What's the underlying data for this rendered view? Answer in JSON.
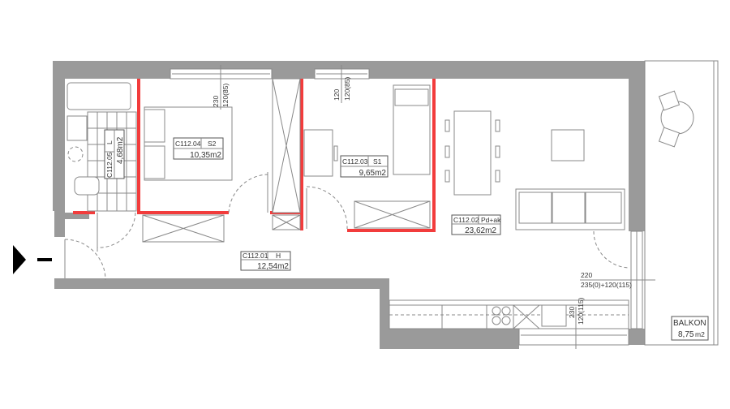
{
  "rooms": {
    "s2": {
      "code": "C112.04",
      "type": "S2",
      "area": "10,35m2"
    },
    "s1": {
      "code": "C112.03",
      "type": "S1",
      "area": "9,65m2"
    },
    "bath": {
      "code": "C112.05",
      "type": "L",
      "area": "4,68m2"
    },
    "living": {
      "code": "C112.02",
      "type": "Pd+ak",
      "area": "23,62m2"
    },
    "hall": {
      "code": "C112.01",
      "type": "H",
      "area": "12,54m2"
    },
    "balcony": {
      "name": "BALKON",
      "area": "8,75",
      "unit": "m2"
    }
  },
  "dimensions": {
    "window_s2": {
      "a": "230",
      "b": "120(85)"
    },
    "window_s1": {
      "a": "120",
      "b": "120(85)"
    },
    "balcony_door": {
      "a": "220",
      "b": "235(0)+120(115)"
    },
    "window_kitchen": {
      "a": "230",
      "b": "120(115)"
    }
  },
  "colors": {
    "wall": "#9a9a9a",
    "partition": "#f23c3c"
  }
}
